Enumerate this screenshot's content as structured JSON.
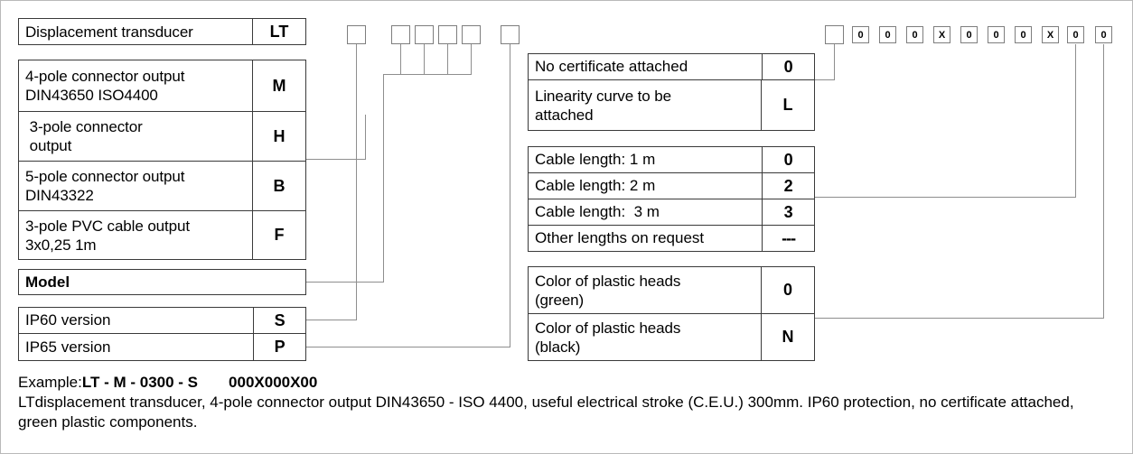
{
  "title_row": {
    "label": "Displacement transducer",
    "code": "LT"
  },
  "connector_table": {
    "rows": [
      {
        "lines": [
          "4-pole connector output",
          "DIN43650 ISO4400"
        ],
        "code": "M"
      },
      {
        "lines": [
          " 3-pole connector",
          " output"
        ],
        "code": "H"
      },
      {
        "lines": [
          "5-pole connector output",
          "DIN43322"
        ],
        "code": "B"
      },
      {
        "lines": [
          "3-pole PVC cable output",
          "3x0,25 1m"
        ],
        "code": "F"
      }
    ]
  },
  "model_row": {
    "label": "Model"
  },
  "protection_table": {
    "rows": [
      {
        "lines": [
          "IP60 version"
        ],
        "code": "S"
      },
      {
        "lines": [
          "IP65 version"
        ],
        "code": "P"
      }
    ]
  },
  "certificate_table": {
    "rows": [
      {
        "lines": [
          "No certificate attached"
        ],
        "code": "0"
      },
      {
        "lines": [
          "Linearity curve to be",
          "attached"
        ],
        "code": "L"
      }
    ]
  },
  "cable_table": {
    "rows": [
      {
        "lines": [
          "Cable length: 1 m"
        ],
        "code": "0"
      },
      {
        "lines": [
          "Cable length: 2 m"
        ],
        "code": "2"
      },
      {
        "lines": [
          "Cable length:  3 m"
        ],
        "code": "3"
      },
      {
        "lines": [
          "Other lengths on request"
        ],
        "code": "---"
      }
    ]
  },
  "color_table": {
    "rows": [
      {
        "lines": [
          "Color of plastic heads",
          "(green)"
        ],
        "code": "0"
      },
      {
        "lines": [
          "Color of plastic heads",
          "(black)"
        ],
        "code": "N"
      }
    ]
  },
  "code_boxes_left": [
    "",
    "",
    "",
    "",
    "",
    ""
  ],
  "code_boxes_right": [
    "",
    "0",
    "0",
    "0",
    "X",
    "0",
    "0",
    "0",
    "X",
    "0",
    "0"
  ],
  "example": {
    "prefix": "Example:",
    "code": "LT - M - 0300 - S",
    "suffix": "000X000X00",
    "description": "LTdisplacement transducer, 4-pole connector output DIN43650 - ISO 4400, useful electrical stroke (C.E.U.) 300mm. IP60 protection, no certificate attached, green plastic components."
  },
  "colors": {
    "border": "#3a3a3a",
    "line": "#8e8e8e",
    "box_border": "#7e7e7e",
    "outer": "#b9b9b9"
  }
}
